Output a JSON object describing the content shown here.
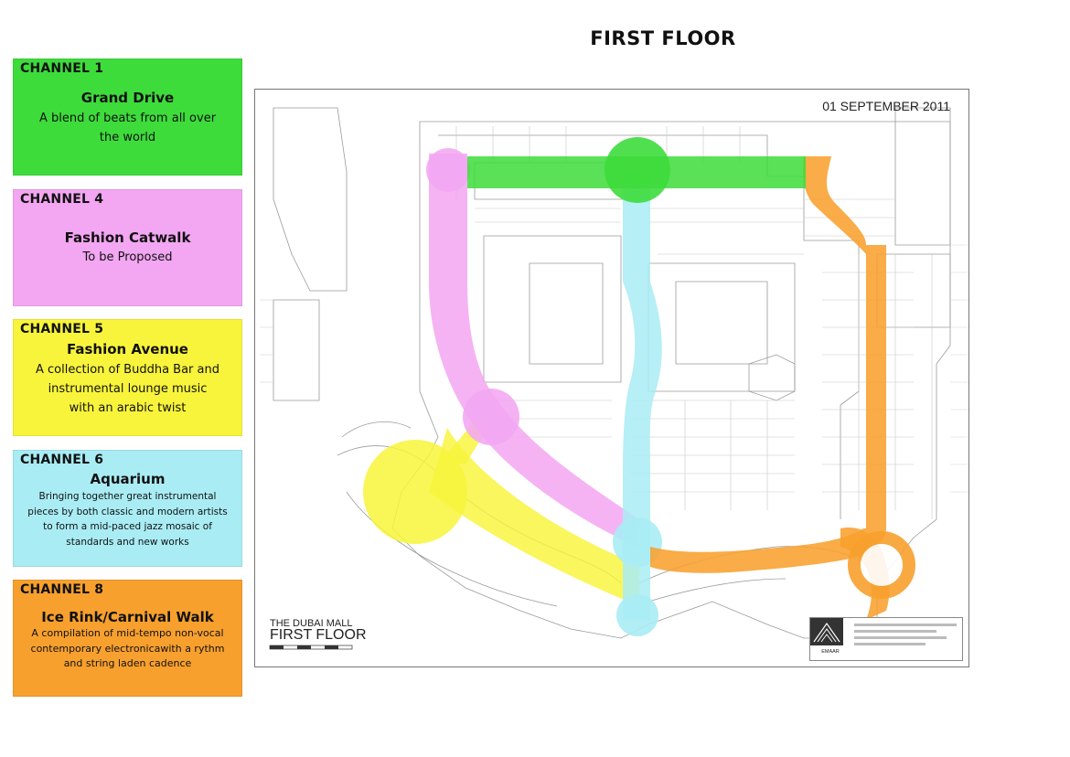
{
  "page": {
    "title": "FIRST FLOOR"
  },
  "channels": [
    {
      "number": "CHANNEL 1",
      "name": "Grand Drive",
      "description": [
        "A blend of beats from all over",
        "the world"
      ],
      "color": "#3ddc3b"
    },
    {
      "number": "CHANNEL 4",
      "name": "Fashion Catwalk",
      "description": [
        "To be Proposed"
      ],
      "color": "#f3a6f2"
    },
    {
      "number": "CHANNEL 5",
      "name": "Fashion Avenue",
      "description": [
        "A collection of Buddha Bar and",
        "instrumental lounge music",
        "with an arabic twist"
      ],
      "color": "#f8f43b"
    },
    {
      "number": "CHANNEL 6",
      "name": "Aquarium",
      "description": [
        "Bringing together great instrumental",
        "pieces by both classic and modern artists",
        "to form a mid-paced jazz mosaic of",
        "standards and new works"
      ],
      "color": "#a9ecf4"
    },
    {
      "number": "CHANNEL 8",
      "name": "Ice Rink/Carnival Walk",
      "description": [
        "A compilation of mid-tempo non-vocal",
        "contemporary electronicawith a rythm",
        "and string laden cadence"
      ],
      "color": "#f8a02e"
    }
  ],
  "map": {
    "date": "01 SEPTEMBER 2011",
    "mall_name": "THE DUBAI MALL",
    "floor_label": "FIRST FLOOR",
    "logo_text": "EMAAR",
    "zone_colors": {
      "grand_drive": "#3ddc3b",
      "fashion_catwalk": "#f3a6f2",
      "fashion_avenue": "#f8f43b",
      "aquarium": "#a9ecf4",
      "ice_rink": "#f8a02e"
    }
  }
}
